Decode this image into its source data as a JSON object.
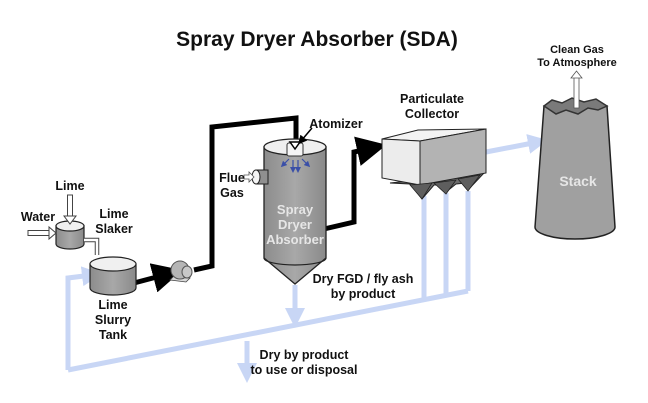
{
  "title": "Spray Dryer Absorber (SDA)",
  "labels": {
    "lime": "Lime",
    "water": "Water",
    "lime_slaker": [
      "Lime",
      "Slaker"
    ],
    "lime_slurry_tank": [
      "Lime",
      "Slurry",
      "Tank"
    ],
    "atomizer": "Atomizer",
    "flue_gas": [
      "Flue",
      "Gas"
    ],
    "spray_dryer_absorber": [
      "Spray",
      "Dryer",
      "Absorber"
    ],
    "particulate_collector": [
      "Particulate",
      "Collector"
    ],
    "stack": "Stack",
    "clean_gas": [
      "Clean Gas",
      "To Atmosphere"
    ],
    "dry_fgd": [
      "Dry FGD / fly ash",
      "by product"
    ],
    "dry_by_product": [
      "Dry by product",
      "to use or disposal"
    ]
  },
  "colors": {
    "recycle_line": "#c8d6f5",
    "slurry_line": "#000000",
    "equipment": "#9a9a9a",
    "spray_arrows": "#3a4fa8"
  }
}
